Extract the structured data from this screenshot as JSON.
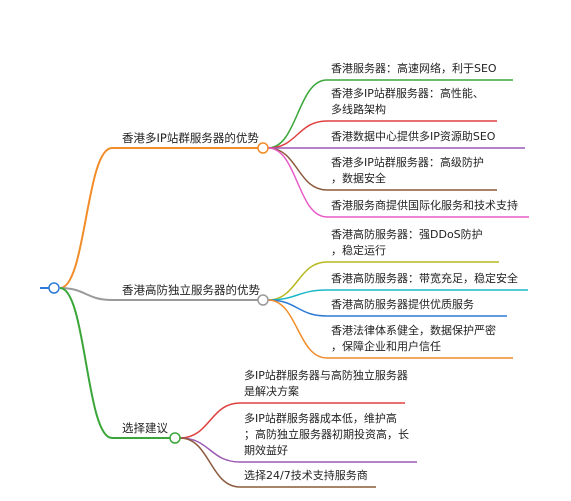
{
  "branches": [
    {
      "label": "香港多IP站群服务器的优势",
      "color": "#f28c28",
      "children": [
        {
          "lines": [
            "香港服务器：高速网络，利于SEO"
          ],
          "color": "#3aa63a"
        },
        {
          "lines": [
            "香港多IP站群服务器：高性能、",
            "多线路架构"
          ],
          "color": "#e04040"
        },
        {
          "lines": [
            "香港数据中心提供多IP资源助SEO"
          ],
          "color": "#9b59b6"
        },
        {
          "lines": [
            "香港多IP站群服务器：高级防护",
            "，数据安全"
          ],
          "color": "#8b5a3c"
        },
        {
          "lines": [
            "香港服务商提供国际化服务和技术支持"
          ],
          "color": "#e85cc8"
        }
      ]
    },
    {
      "label": "香港高防独立服务器的优势",
      "color": "#9a9a9a",
      "children": [
        {
          "lines": [
            "香港高防服务器：强DDoS防护",
            "，稳定运行"
          ],
          "color": "#b8b81f"
        },
        {
          "lines": [
            "香港高防服务器：带宽充足，稳定安全"
          ],
          "color": "#1ab8c8"
        },
        {
          "lines": [
            "香港高防服务器提供优质服务"
          ],
          "color": "#2d7bd6"
        },
        {
          "lines": [
            "香港法律体系健全，数据保护严密",
            "，保障企业和用户信任"
          ],
          "color": "#f28c28"
        }
      ]
    },
    {
      "label": "选择建议",
      "color": "#3aa63a",
      "children": [
        {
          "lines": [
            "多IP站群服务器与高防独立服务器",
            "是解决方案"
          ],
          "color": "#e04040"
        },
        {
          "lines": [
            "多IP站群服务器成本低，维护高",
            "；高防独立服务器初期投资高，长",
            "期效益好"
          ],
          "color": "#9b59b6"
        },
        {
          "lines": [
            "选择24/7技术支持服务商"
          ],
          "color": "#8b5a3c"
        }
      ]
    }
  ],
  "root_color": "#2d7bd6"
}
